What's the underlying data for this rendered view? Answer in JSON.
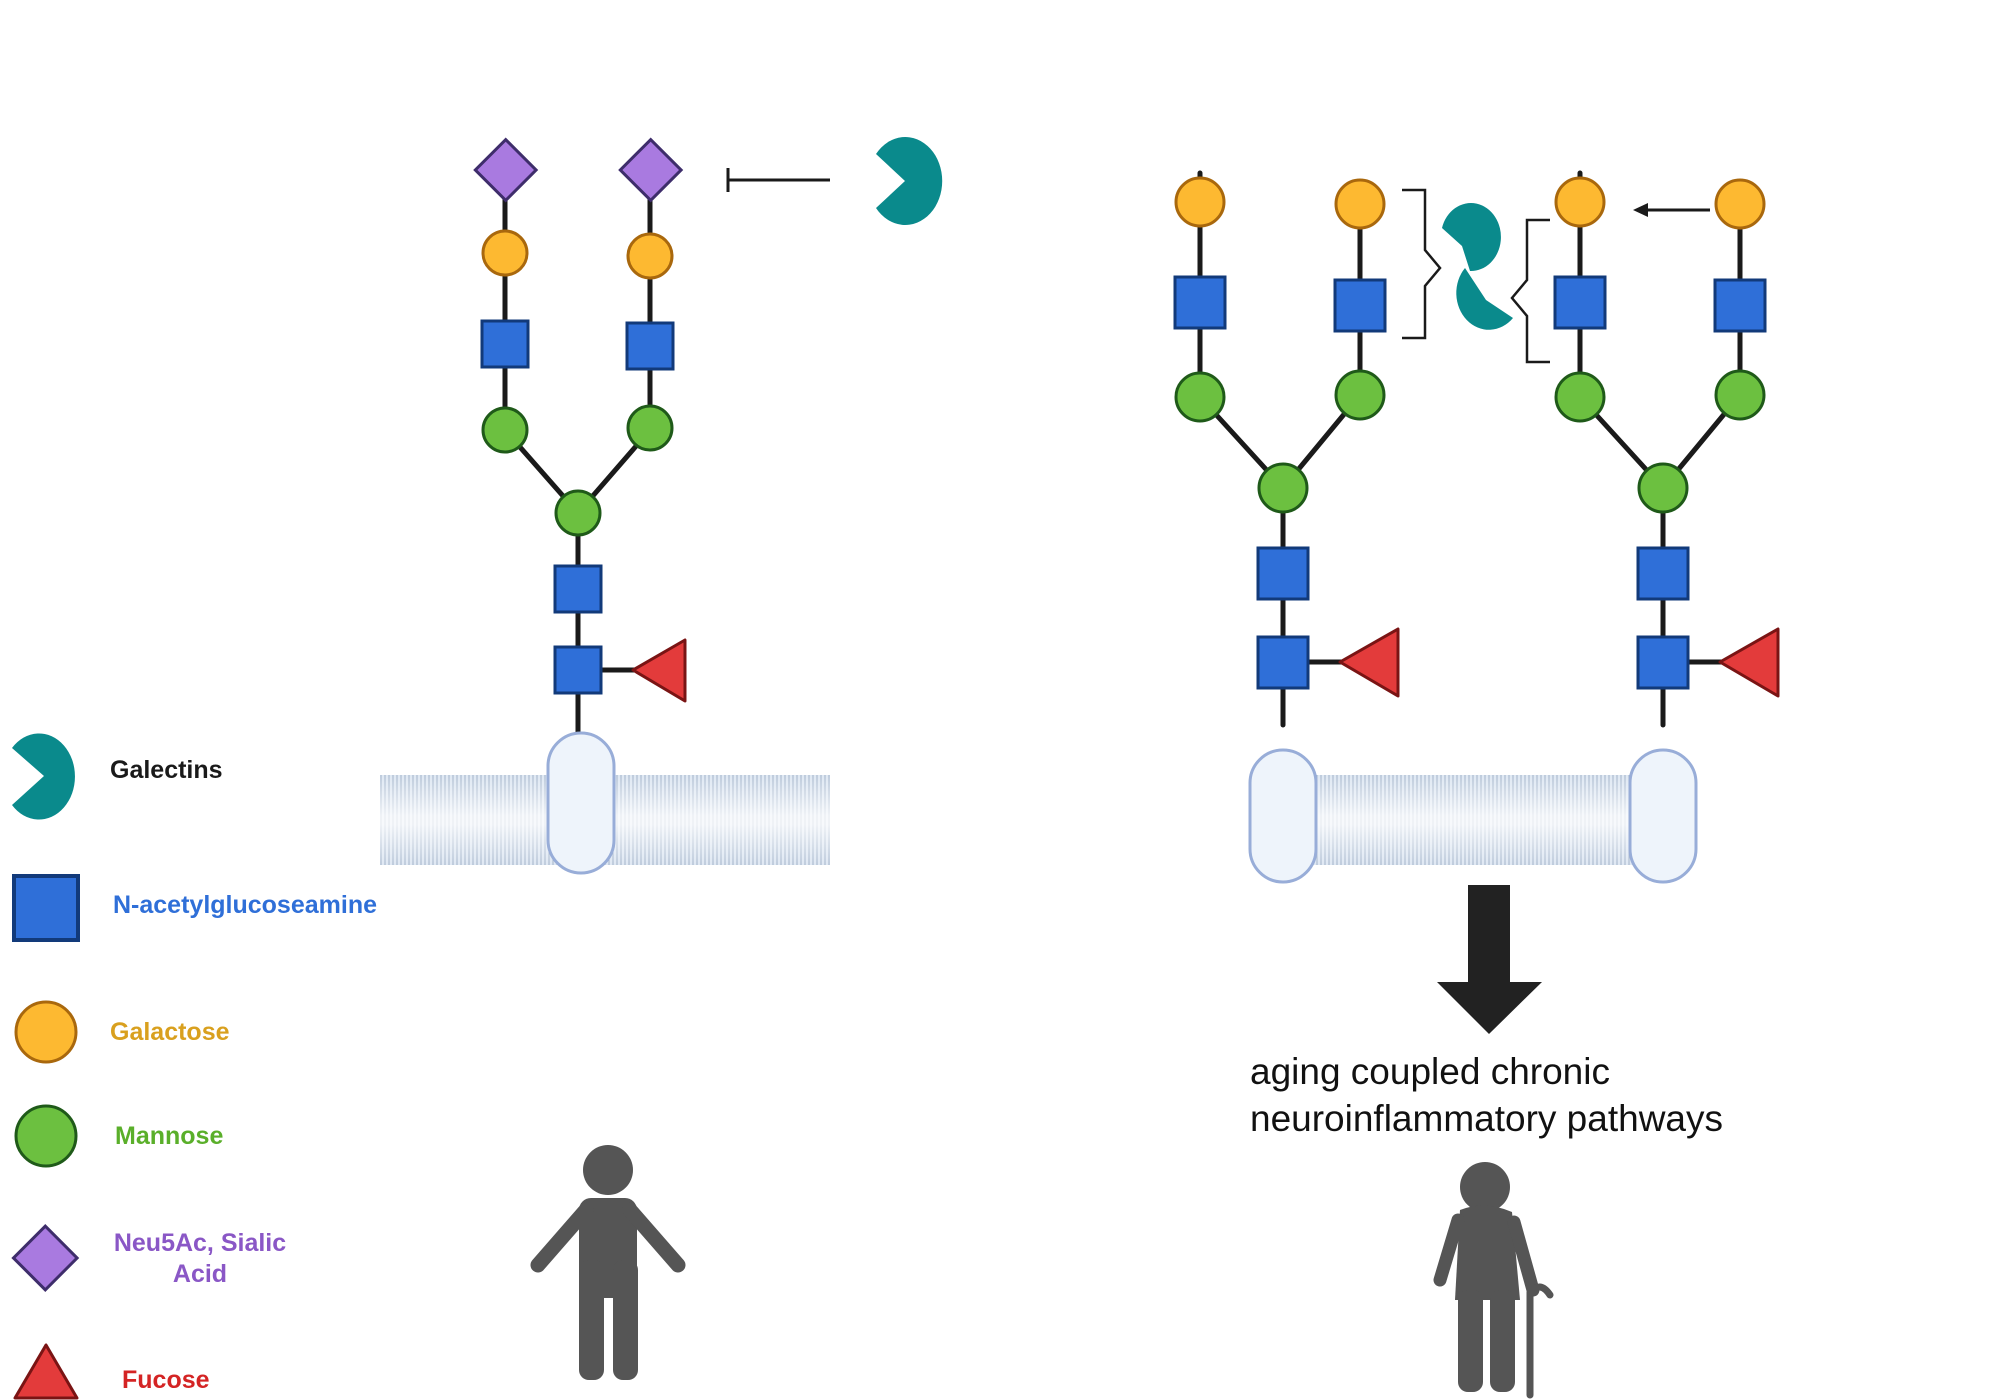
{
  "legend": {
    "galectins": "Galectins",
    "glcnac": "N-acetylglucoseamine",
    "galactose": "Galactose",
    "mannose": "Mannose",
    "sialic_line1": "Neu5Ac, Sialic",
    "sialic_line2": "Acid",
    "fucose": "Fucose"
  },
  "caption": {
    "line1": "aging coupled chronic",
    "line2": "neuroinflammatory pathways"
  },
  "colors": {
    "glcnac": "#2f6fd8",
    "galactose": "#fdb931",
    "mannose": "#6cc040",
    "sialic": "#a97ae0",
    "fucose": "#e33b3b",
    "galectin": "#0a8a8c",
    "galactose_text": "#d9a01e",
    "mannose_text": "#5aaf2a",
    "sialic_text": "#8a57c6",
    "glcnac_text": "#2f6fd8",
    "fucose_text": "#d42424",
    "person": "#555555",
    "arrow": "#222222"
  },
  "icons": [
    "galectin-icon",
    "glcnac-square-icon",
    "galactose-circle-icon",
    "mannose-circle-icon",
    "sialic-diamond-icon",
    "fucose-triangle-icon",
    "inhibit-icon",
    "young-person-icon",
    "elderly-person-icon",
    "down-arrow-icon"
  ]
}
